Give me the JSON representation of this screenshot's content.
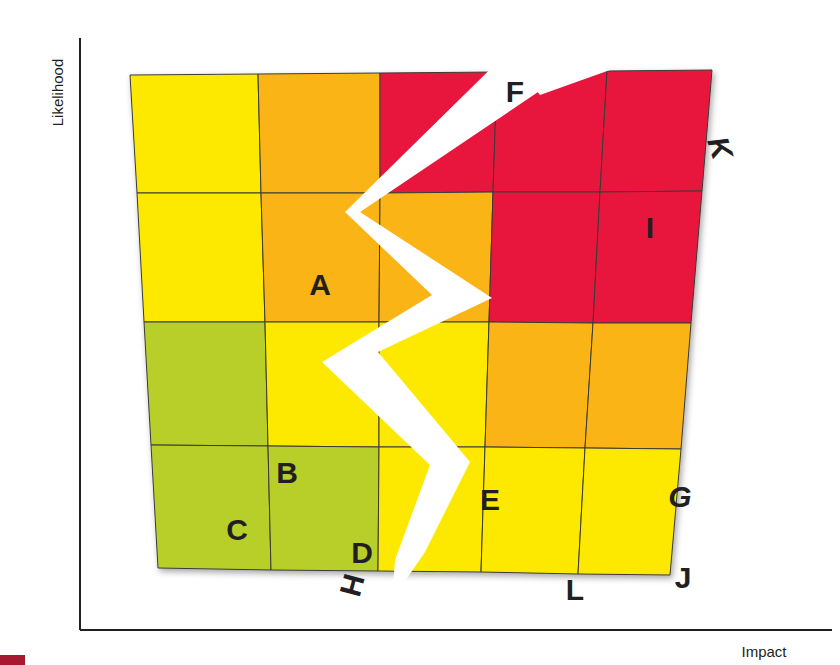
{
  "diagram": {
    "labels": [
      "Likelihood",
      "Impact",
      "F",
      "K",
      "I",
      "A",
      "B",
      "C",
      "D",
      "E",
      "G",
      "H",
      "J",
      "L"
    ]
  }
}
